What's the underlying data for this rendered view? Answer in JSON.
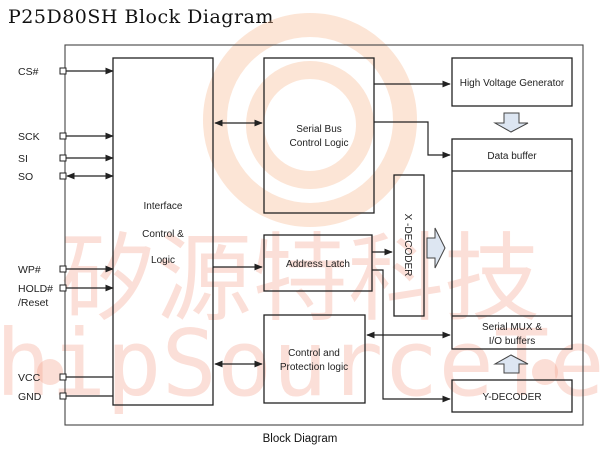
{
  "title": "P25D80SH Block Diagram",
  "caption": "Block Diagram",
  "watermark": {
    "chinese": "矽源特科技",
    "latin": "ChipSourceTek",
    "color": "#f4a08a"
  },
  "pins": [
    {
      "label": "CS#",
      "direction": "in"
    },
    {
      "label": "SCK",
      "direction": "in"
    },
    {
      "label": "SI",
      "direction": "in"
    },
    {
      "label": "SO",
      "direction": "bidirectional"
    },
    {
      "label": "WP#",
      "direction": "in"
    },
    {
      "label": "HOLD#",
      "label2": "/Reset",
      "direction": "in"
    },
    {
      "label": "VCC",
      "direction": "power"
    },
    {
      "label": "GND",
      "direction": "power"
    }
  ],
  "blocks": {
    "interface": {
      "line1": "Interface",
      "line2": "Control &",
      "line3": "Logic"
    },
    "serial_bus": {
      "line1": "Serial Bus",
      "line2": "Control Logic"
    },
    "address_latch": {
      "label": "Address Latch"
    },
    "control_protection": {
      "line1": "Control and",
      "line2": "Protection logic"
    },
    "x_decoder": {
      "label": "X -DECODER"
    },
    "high_voltage": {
      "label": "High Voltage Generator"
    },
    "data_buffer": {
      "label": "Data buffer"
    },
    "serial_mux": {
      "line1": "Serial MUX &",
      "line2": "I/O buffers"
    },
    "y_decoder": {
      "label": "Y-DECODER"
    }
  },
  "fat_arrow_color": "#dde6f2"
}
